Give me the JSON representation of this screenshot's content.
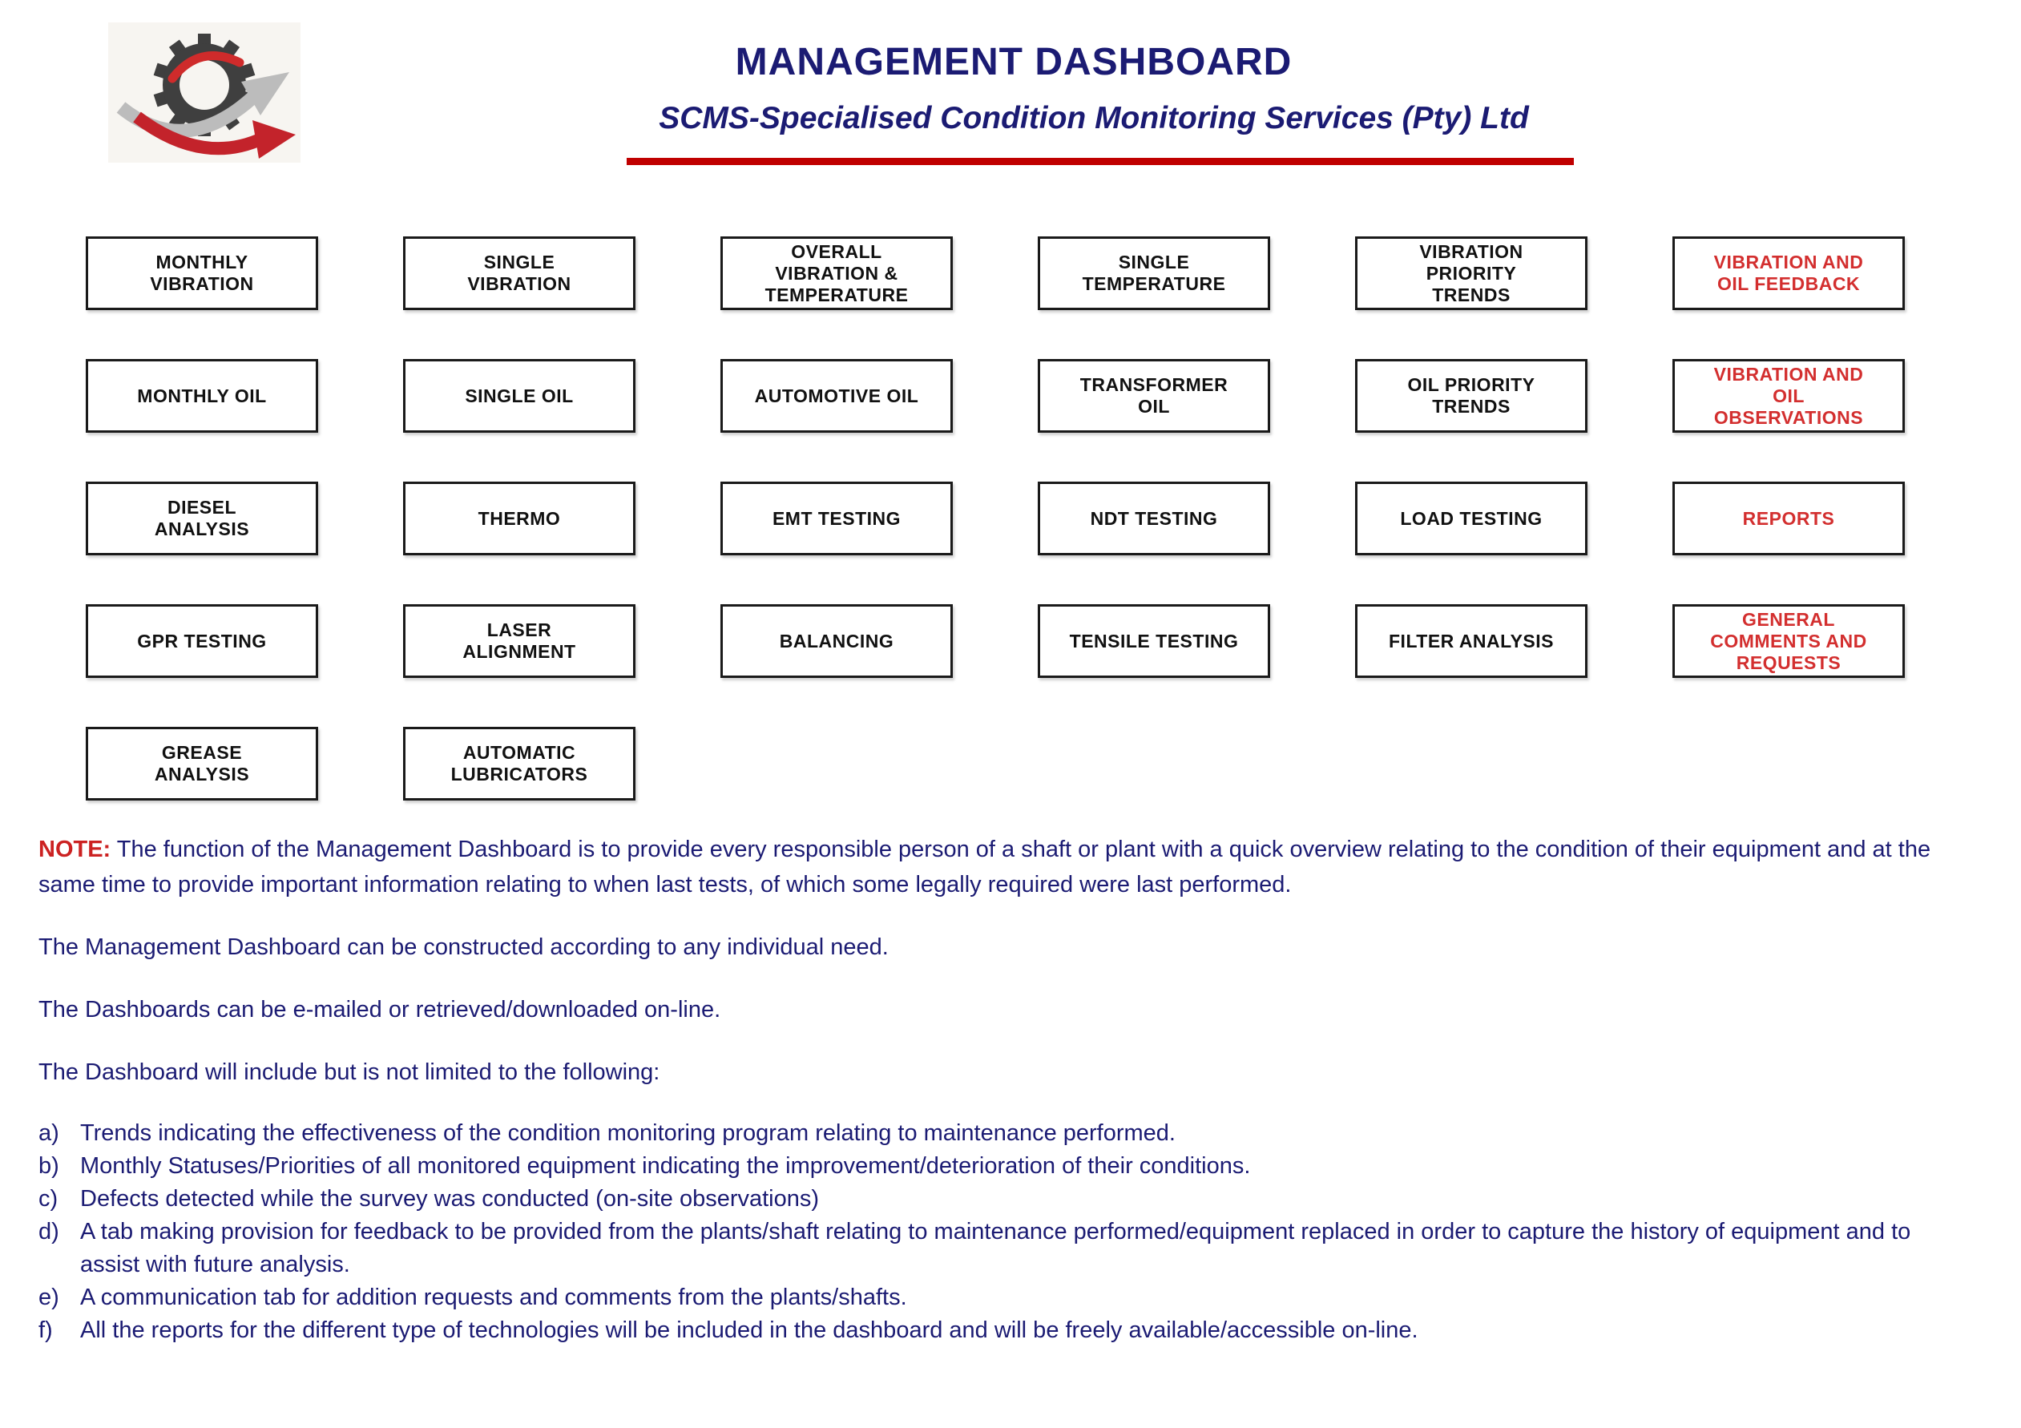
{
  "header": {
    "title": "MANAGEMENT DASHBOARD",
    "subtitle": "SCMS-Specialised Condition Monitoring Services (Pty) Ltd"
  },
  "colors": {
    "navy_text": "#1b1b73",
    "button_red_text": "#d32f2f",
    "note_red": "#cc2222",
    "underline_red": "#c00000",
    "button_border": "#1a1a1a",
    "logo_gray": "#bcbcbc",
    "logo_dark": "#3f3f3f",
    "logo_red": "#c3232b"
  },
  "logo": {
    "icon": "gear-with-gray-and-red-swoosh-arrows"
  },
  "grid": {
    "buttons": [
      {
        "id": "monthly-vibration",
        "lines": [
          "MONTHLY",
          "VIBRATION"
        ],
        "red": false
      },
      {
        "id": "single-vibration",
        "lines": [
          "SINGLE",
          "VIBRATION"
        ],
        "red": false
      },
      {
        "id": "overall-vibration-temperature",
        "lines": [
          "OVERALL",
          "VIBRATION &",
          "TEMPERATURE"
        ],
        "red": false
      },
      {
        "id": "single-temperature",
        "lines": [
          "SINGLE",
          "TEMPERATURE"
        ],
        "red": false
      },
      {
        "id": "vibration-priority-trends",
        "lines": [
          "VIBRATION",
          "PRIORITY",
          "TRENDS"
        ],
        "red": false
      },
      {
        "id": "vibration-and-oil-feedback",
        "lines": [
          "VIBRATION AND",
          "OIL FEEDBACK"
        ],
        "red": true
      },
      {
        "id": "monthly-oil",
        "lines": [
          "MONTHLY OIL"
        ],
        "red": false
      },
      {
        "id": "single-oil",
        "lines": [
          "SINGLE OIL"
        ],
        "red": false
      },
      {
        "id": "automotive-oil",
        "lines": [
          "AUTOMOTIVE OIL"
        ],
        "red": false
      },
      {
        "id": "transformer-oil",
        "lines": [
          "TRANSFORMER",
          "OIL"
        ],
        "red": false
      },
      {
        "id": "oil-priority-trends",
        "lines": [
          "OIL PRIORITY",
          "TRENDS"
        ],
        "red": false
      },
      {
        "id": "vibration-and-oil-observations",
        "lines": [
          "VIBRATION AND",
          "OIL",
          "OBSERVATIONS"
        ],
        "red": true
      },
      {
        "id": "diesel-analysis",
        "lines": [
          "DIESEL",
          "ANALYSIS"
        ],
        "red": false
      },
      {
        "id": "thermo",
        "lines": [
          "THERMO"
        ],
        "red": false
      },
      {
        "id": "emt-testing",
        "lines": [
          "EMT TESTING"
        ],
        "red": false
      },
      {
        "id": "ndt-testing",
        "lines": [
          "NDT TESTING"
        ],
        "red": false
      },
      {
        "id": "load-testing",
        "lines": [
          "LOAD TESTING"
        ],
        "red": false
      },
      {
        "id": "reports",
        "lines": [
          "REPORTS"
        ],
        "red": true
      },
      {
        "id": "gpr-testing",
        "lines": [
          "GPR TESTING"
        ],
        "red": false
      },
      {
        "id": "laser-alignment",
        "lines": [
          "LASER",
          "ALIGNMENT"
        ],
        "red": false
      },
      {
        "id": "balancing",
        "lines": [
          "BALANCING"
        ],
        "red": false
      },
      {
        "id": "tensile-testing",
        "lines": [
          "TENSILE TESTING"
        ],
        "red": false
      },
      {
        "id": "filter-analysis",
        "lines": [
          "FILTER ANALYSIS"
        ],
        "red": false
      },
      {
        "id": "general-comments-and-requests",
        "lines": [
          "GENERAL",
          "COMMENTS AND",
          "REQUESTS"
        ],
        "red": true
      },
      {
        "id": "grease-analysis",
        "lines": [
          "GREASE",
          "ANALYSIS"
        ],
        "red": false
      },
      {
        "id": "automatic-lubricators",
        "lines": [
          "AUTOMATIC",
          "LUBRICATORS"
        ],
        "red": false
      }
    ]
  },
  "note": {
    "label": "NOTE:",
    "text": "The function of the Management Dashboard is to provide every responsible person of a shaft or plant with a quick overview relating to the condition of their equipment and at the same time to provide important information relating to when last tests, of which some legally required were last performed.",
    "paragraphs": [
      "The Management Dashboard can be constructed according to any individual need.",
      "The Dashboards can be e-mailed or retrieved/downloaded on-line.",
      "The Dashboard will include but is not limited to the following:"
    ],
    "list": [
      {
        "marker": "a)",
        "text": "Trends indicating the effectiveness of the condition monitoring program relating to maintenance performed."
      },
      {
        "marker": "b)",
        "text": "Monthly Statuses/Priorities of all monitored equipment indicating the improvement/deterioration of their conditions."
      },
      {
        "marker": "c)",
        "text": "Defects detected while the survey was conducted (on-site observations)"
      },
      {
        "marker": "d)",
        "text": "A tab making provision for feedback to be provided from the plants/shaft relating to maintenance performed/equipment replaced in order to capture the history of equipment and to assist with future analysis."
      },
      {
        "marker": "e)",
        "text": "A communication tab for addition requests and comments from the plants/shafts."
      },
      {
        "marker": "f)",
        "text": "All the reports for the different type of technologies will be included in the dashboard and will be freely available/accessible on-line."
      }
    ]
  }
}
